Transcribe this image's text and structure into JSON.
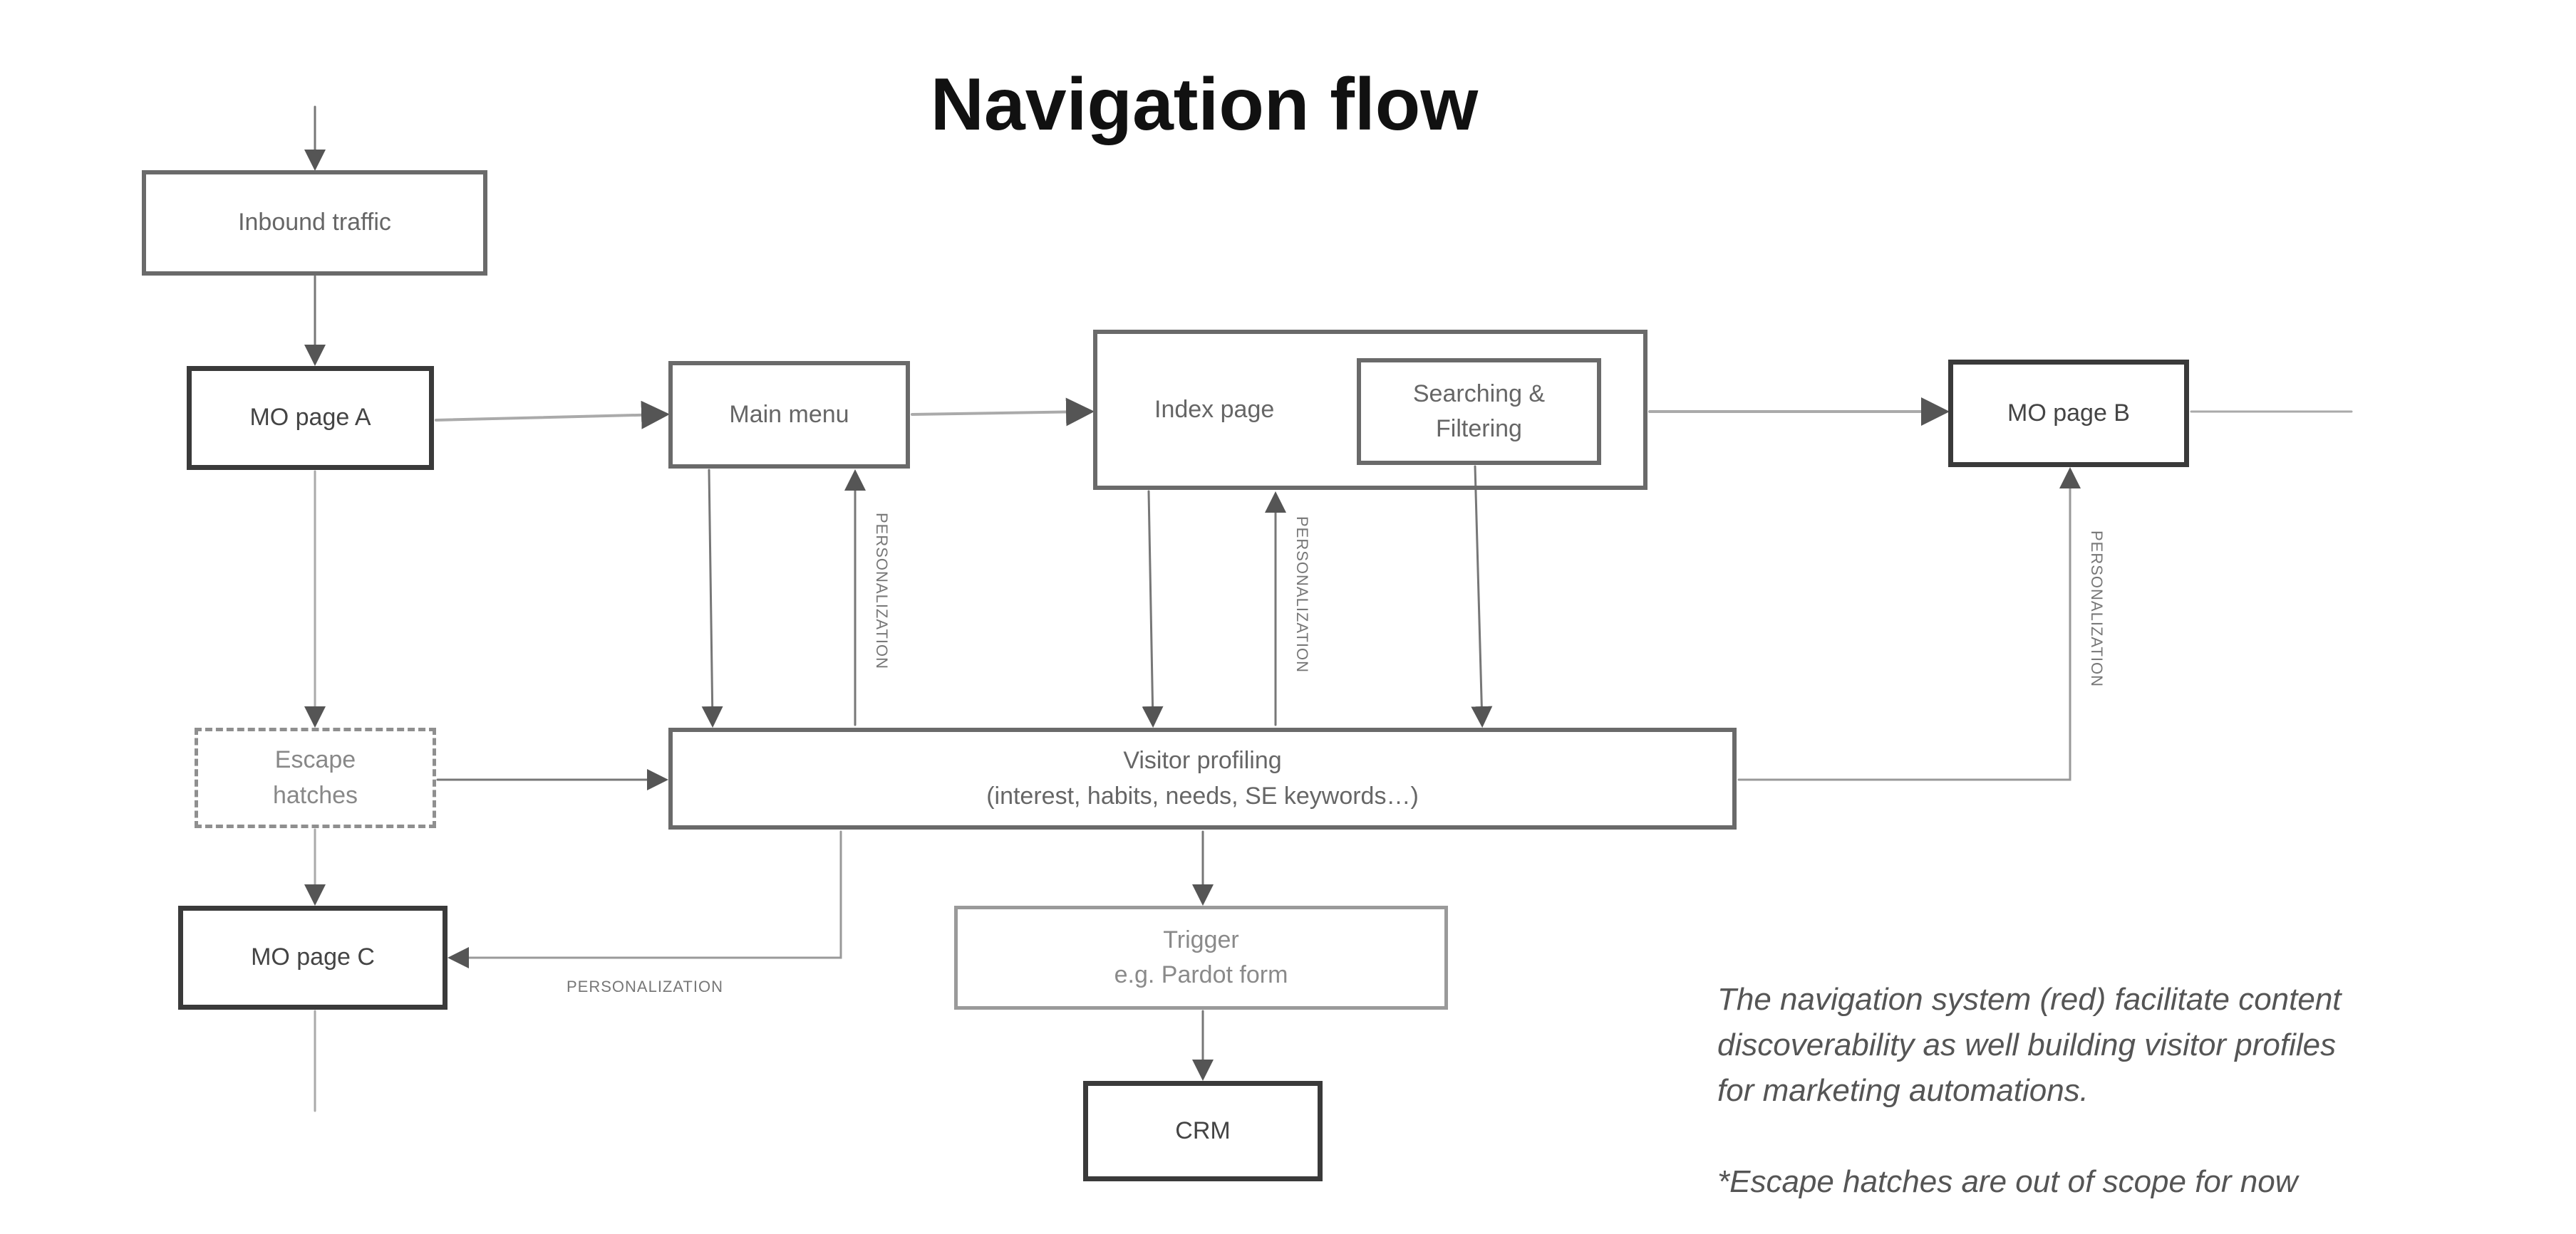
{
  "title": "Navigation flow",
  "nodes": {
    "inbound_traffic": "Inbound traffic",
    "mo_page_a": "MO page A",
    "main_menu": "Main menu",
    "index_page": "Index page",
    "searching_filtering_line1": "Searching &",
    "searching_filtering_line2": "Filtering",
    "mo_page_b": "MO page B",
    "escape_hatches_line1": "Escape",
    "escape_hatches_line2": "hatches",
    "visitor_profiling_line1": "Visitor profiling",
    "visitor_profiling_line2": "(interest, habits, needs, SE keywords…)",
    "mo_page_c": "MO page C",
    "trigger_line1": "Trigger",
    "trigger_line2": "e.g. Pardot form",
    "crm": "CRM"
  },
  "edge_labels": {
    "main_menu_personalization": "personalization",
    "index_personalization": "personalization",
    "mo_page_b_personalization": "personalization",
    "mo_page_c_personalization": "personalization"
  },
  "note": {
    "line1": "The navigation system (red) facilitate content",
    "line2": "discoverability as well building visitor profiles",
    "line3": "for marketing automations.",
    "footnote": "*Escape hatches are out of scope for now"
  },
  "colors": {
    "primary_stroke": "#3a3a3a",
    "secondary_stroke": "#9a9a9a",
    "background": "#ffffff"
  }
}
